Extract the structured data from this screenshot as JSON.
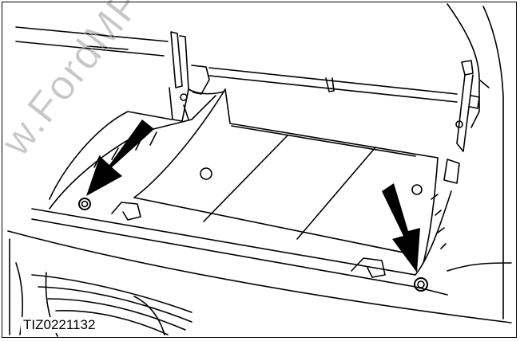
{
  "figure": {
    "reference_code": "TIZ0221132",
    "watermark_text": "w.FordMPV.c",
    "line_color": "#000000",
    "background_color": "#ffffff"
  },
  "callouts": [
    {
      "name": "left-fastener-arrow",
      "target": "left-fastener"
    },
    {
      "name": "right-fastener-arrow",
      "target": "right-fastener"
    }
  ]
}
